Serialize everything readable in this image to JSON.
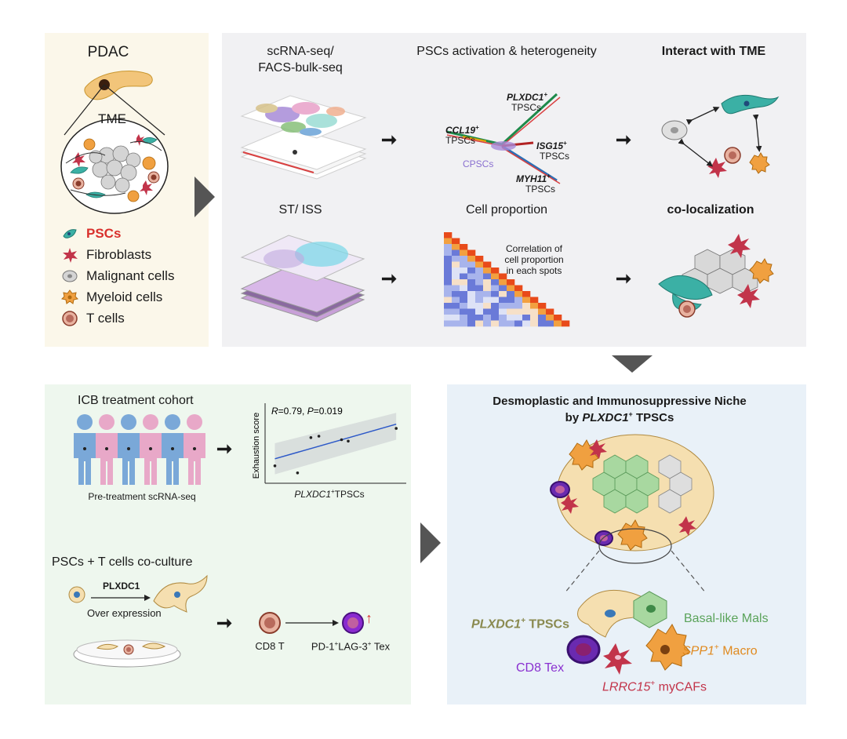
{
  "colors": {
    "panel_left": "#fbf7ea",
    "panel_top": "#f1f1f3",
    "panel_bottom_left": "#eef7ee",
    "panel_bottom_right": "#e9f1f8",
    "psc_teal": "#3bb0a5",
    "fibroblast_red": "#c2344a",
    "malignant_gray": "#cfcfcf",
    "myeloid_orange": "#f0a040",
    "tcell_brown": "#b86a5c",
    "tex_purple": "#6a2ab0",
    "basal_green": "#6dbd72",
    "psc_label_red": "#d9302c"
  },
  "left_panel": {
    "pdac": "PDAC",
    "tme": "TME",
    "legend": [
      {
        "icon": "psc-icon",
        "label": "PSCs"
      },
      {
        "icon": "fibroblast-icon",
        "label": "Fibroblasts"
      },
      {
        "icon": "malignant-cell-icon",
        "label": "Malignant cells"
      },
      {
        "icon": "myeloid-cell-icon",
        "label": "Myeloid cells"
      },
      {
        "icon": "t-cell-icon",
        "label": "T cells"
      }
    ]
  },
  "top_panel": {
    "col1_line1": "scRNA-seq/",
    "col1_line2": "FACS-bulk-seq",
    "col2_title": "PSCs activation & heterogeneity",
    "col3_title": "Interact with TME",
    "trajectory": {
      "plxdc1": "PLXDC1",
      "plxdc1_sup": "+",
      "plxdc1_sub": "TPSCs",
      "ccl19": "CCL19",
      "ccl19_sup": "+",
      "ccl19_sub": "TPSCs",
      "isg15": "ISG15",
      "isg15_sup": "+",
      "isg15_sub": "TPSCs",
      "cpscs": "CPSCs",
      "myh11": "MYH11",
      "myh11_sup": "+",
      "myh11_sub": "TPSCs"
    },
    "row2_col1": "ST/ ISS",
    "row2_col2": "Cell proportion",
    "row2_col3": "co-localization",
    "heatmap_note_l1": "Correlation of",
    "heatmap_note_l2": "cell proportion",
    "heatmap_note_l3": "in each spots"
  },
  "bottom_left": {
    "icb_title": "ICB treatment cohort",
    "pretreatment": "Pre-treatment scRNA-seq",
    "scatter_stats_R": "R",
    "scatter_stats_rval": "=0.79, ",
    "scatter_stats_P": "P",
    "scatter_stats_pval": "=0.019",
    "ylabel": "Exhaustion score",
    "xlabel_gene": "PLXDC1",
    "xlabel_sup": "+",
    "xlabel_rest": "TPSCs",
    "coculture_title": "PSCs + T cells co-culture",
    "plxdc1": "PLXDC1",
    "overexpression": "Over expression",
    "cd8t": "CD8 T",
    "tex_pre": "PD-1",
    "tex_sup1": "+",
    "tex_mid": "LAG-3",
    "tex_sup2": "+",
    "tex_post": " Tex",
    "up_arrow": "↑"
  },
  "bottom_right": {
    "title_l1": "Desmoplastic and Immunosuppressive Niche",
    "title_l2_pre": "by ",
    "title_l2_gene": "PLXDC1",
    "title_l2_sup": "+",
    "title_l2_post": " TPSCs",
    "label_plxdc1": "PLXDC1",
    "label_plxdc1_sup": "+",
    "label_plxdc1_post": " TPSCs",
    "label_basal": "Basal-like Mals",
    "label_spp1": "SPP1",
    "label_spp1_sup": "+",
    "label_spp1_post": " Macro",
    "label_cd8tex": "CD8 Tex",
    "label_lrrc15": "LRRC15",
    "label_lrrc15_sup": "+",
    "label_lrrc15_post": " myCAFs"
  },
  "chart_data": {
    "type": "scatter",
    "ylabel": "Exhaustion score",
    "xlabel": "PLXDC1+ TPSCs",
    "annotation": "R=0.79, P=0.019",
    "points": [
      {
        "x": 0.05,
        "y": 0.18
      },
      {
        "x": 0.22,
        "y": 0.08
      },
      {
        "x": 0.32,
        "y": 0.58
      },
      {
        "x": 0.38,
        "y": 0.6
      },
      {
        "x": 0.55,
        "y": 0.55
      },
      {
        "x": 0.6,
        "y": 0.53
      },
      {
        "x": 0.96,
        "y": 0.71
      }
    ],
    "fit": {
      "x0": 0.05,
      "y0": 0.28,
      "x1": 0.96,
      "y1": 0.77
    }
  }
}
